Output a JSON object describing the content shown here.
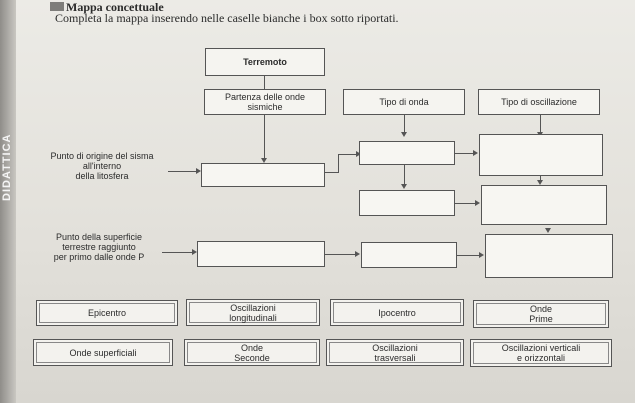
{
  "header": {
    "title": "Mappa concettuale",
    "instructions": "Completa la mappa inserendo nelle caselle bianche i box sotto riportati."
  },
  "side_label": "DIDATTICA",
  "map": {
    "root": "Terremoto",
    "col1_header": "Partenza delle onde\nsismiche",
    "col2_header": "Tipo di onda",
    "col3_header": "Tipo di oscillazione",
    "row1_label": "Punto di origine del sisma\nall'interno\ndella litosfera",
    "row2_label": "Punto della superficie\nterrestre raggiunto\nper primo dalle onde P"
  },
  "word_bank": [
    "Epicentro",
    "Oscillazioni\nlongitudinali",
    "Ipocentro",
    "Onde\nPrime",
    "Onde superficiali",
    "Onde\nSeconde",
    "Oscillazioni\ntrasversali",
    "Oscillazioni verticali\ne orizzontali"
  ]
}
